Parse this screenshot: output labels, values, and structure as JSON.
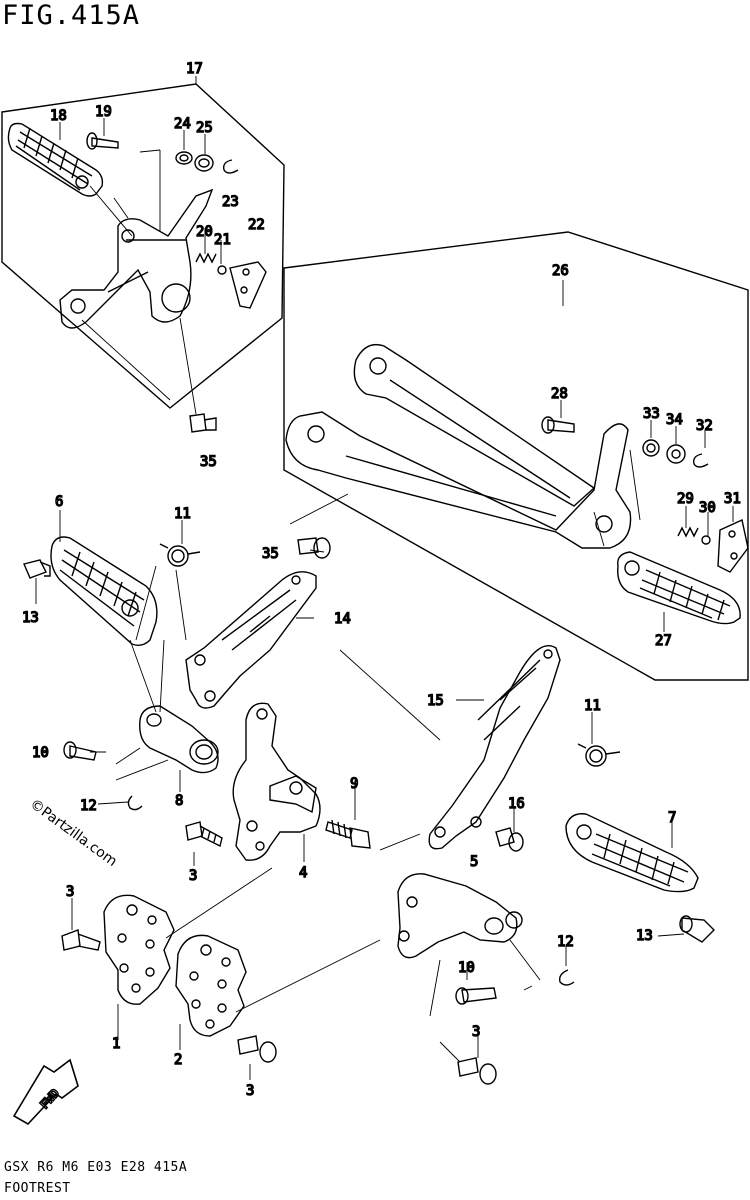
{
  "figure": {
    "title": "FIG.415A",
    "code": "GSX R6 M6 E03 E28 415A",
    "name": "FOOTREST",
    "watermark": "©Partzilla.com",
    "direction_label": "FWD"
  },
  "callouts": [
    {
      "id": "c17",
      "text": "17"
    },
    {
      "id": "c18",
      "text": "18"
    },
    {
      "id": "c19",
      "text": "19"
    },
    {
      "id": "c24",
      "text": "24"
    },
    {
      "id": "c25",
      "text": "25"
    },
    {
      "id": "c23",
      "text": "23"
    },
    {
      "id": "c22",
      "text": "22"
    },
    {
      "id": "c20",
      "text": "20"
    },
    {
      "id": "c21",
      "text": "21"
    },
    {
      "id": "c35a",
      "text": "35"
    },
    {
      "id": "c26",
      "text": "26"
    },
    {
      "id": "c28",
      "text": "28"
    },
    {
      "id": "c33",
      "text": "33"
    },
    {
      "id": "c34",
      "text": "34"
    },
    {
      "id": "c32",
      "text": "32"
    },
    {
      "id": "c29",
      "text": "29"
    },
    {
      "id": "c30",
      "text": "30"
    },
    {
      "id": "c31",
      "text": "31"
    },
    {
      "id": "c27",
      "text": "27"
    },
    {
      "id": "c6",
      "text": "6"
    },
    {
      "id": "c11a",
      "text": "11"
    },
    {
      "id": "c35b",
      "text": "35"
    },
    {
      "id": "c13a",
      "text": "13"
    },
    {
      "id": "c14",
      "text": "14"
    },
    {
      "id": "c15",
      "text": "15"
    },
    {
      "id": "c11b",
      "text": "11"
    },
    {
      "id": "c10a",
      "text": "10"
    },
    {
      "id": "c12a",
      "text": "12"
    },
    {
      "id": "c8",
      "text": "8"
    },
    {
      "id": "c9",
      "text": "9"
    },
    {
      "id": "c16",
      "text": "16"
    },
    {
      "id": "c7",
      "text": "7"
    },
    {
      "id": "c3a",
      "text": "3"
    },
    {
      "id": "c4",
      "text": "4"
    },
    {
      "id": "c5",
      "text": "5"
    },
    {
      "id": "c13b",
      "text": "13"
    },
    {
      "id": "c3b",
      "text": "3"
    },
    {
      "id": "c12b",
      "text": "12"
    },
    {
      "id": "c10b",
      "text": "10"
    },
    {
      "id": "c1",
      "text": "1"
    },
    {
      "id": "c2",
      "text": "2"
    },
    {
      "id": "c3c",
      "text": "3"
    },
    {
      "id": "c3d",
      "text": "3"
    }
  ]
}
